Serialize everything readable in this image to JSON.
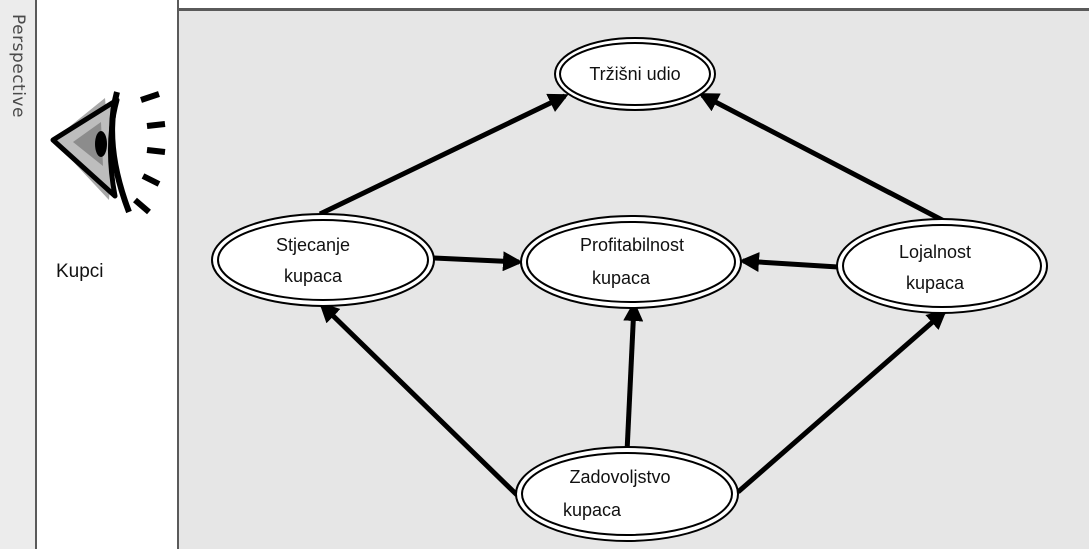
{
  "panel": {
    "vertical_label": "Perspective",
    "side_label": "Kupci",
    "side_icon": "eye-icon"
  },
  "nodes": {
    "market_share": {
      "line1": "Tržišni udio",
      "line2": ""
    },
    "acquisition": {
      "line1": "Stjecanje",
      "line2": "kupaca"
    },
    "profitability": {
      "line1": "Profitabilnost",
      "line2": "kupaca"
    },
    "loyalty": {
      "line1": "Lojalnost",
      "line2": "kupaca"
    },
    "satisfaction": {
      "line1": "Zadovoljstvo",
      "line2": "kupaca"
    }
  },
  "edges": [
    {
      "from": "acquisition",
      "to": "market_share"
    },
    {
      "from": "loyalty",
      "to": "market_share"
    },
    {
      "from": "acquisition",
      "to": "profitability"
    },
    {
      "from": "loyalty",
      "to": "profitability"
    },
    {
      "from": "satisfaction",
      "to": "acquisition"
    },
    {
      "from": "satisfaction",
      "to": "profitability"
    },
    {
      "from": "satisfaction",
      "to": "loyalty"
    }
  ],
  "colors": {
    "canvas": "#e6e6e6",
    "stroke": "#000000",
    "node_fill": "#ffffff"
  }
}
